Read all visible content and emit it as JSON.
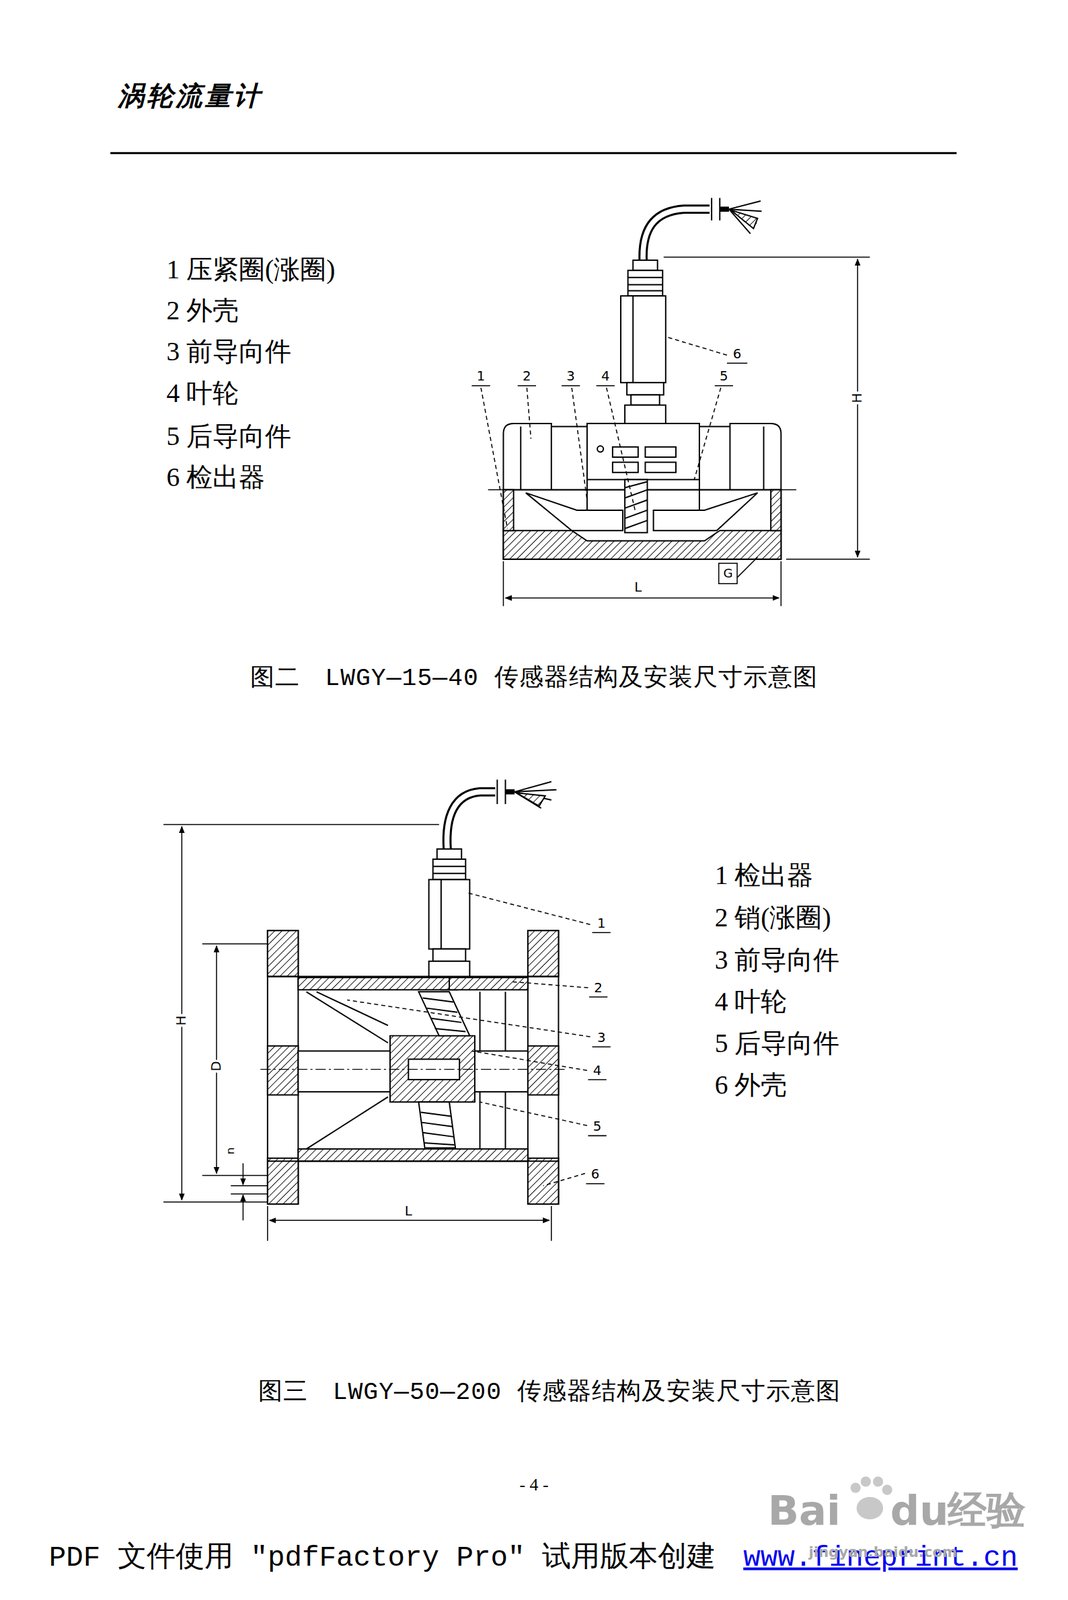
{
  "diagram": {
    "title": "涡轮流量计",
    "labels": [
      "1 压紧圈(涨圈)",
      "2 外壳",
      "3 前导向件",
      "4 叶轮",
      "5 后导向件",
      "6 检出器",
      "1",
      "2",
      "3",
      "4",
      "5",
      "6",
      "H",
      "L",
      "G",
      "图二　LWGY—15—40 传感器结构及安装尺寸示意图",
      "1 检出器",
      "2 销(涨圈)",
      "3 前导向件",
      "4 叶轮",
      "5 后导向件",
      "6 外壳",
      "1",
      "2",
      "3",
      "4",
      "5",
      "6",
      "H",
      "D",
      "n",
      "L",
      "图三　LWGY—50—200 传感器结构及安装尺寸示意图",
      "- 4 -",
      "PDF 文件使用 \"pdfFactory Pro\" 试用版本创建",
      "www.fineprint.cn",
      "Bai",
      "du",
      "经验",
      "jingyan.baidu.com"
    ]
  }
}
